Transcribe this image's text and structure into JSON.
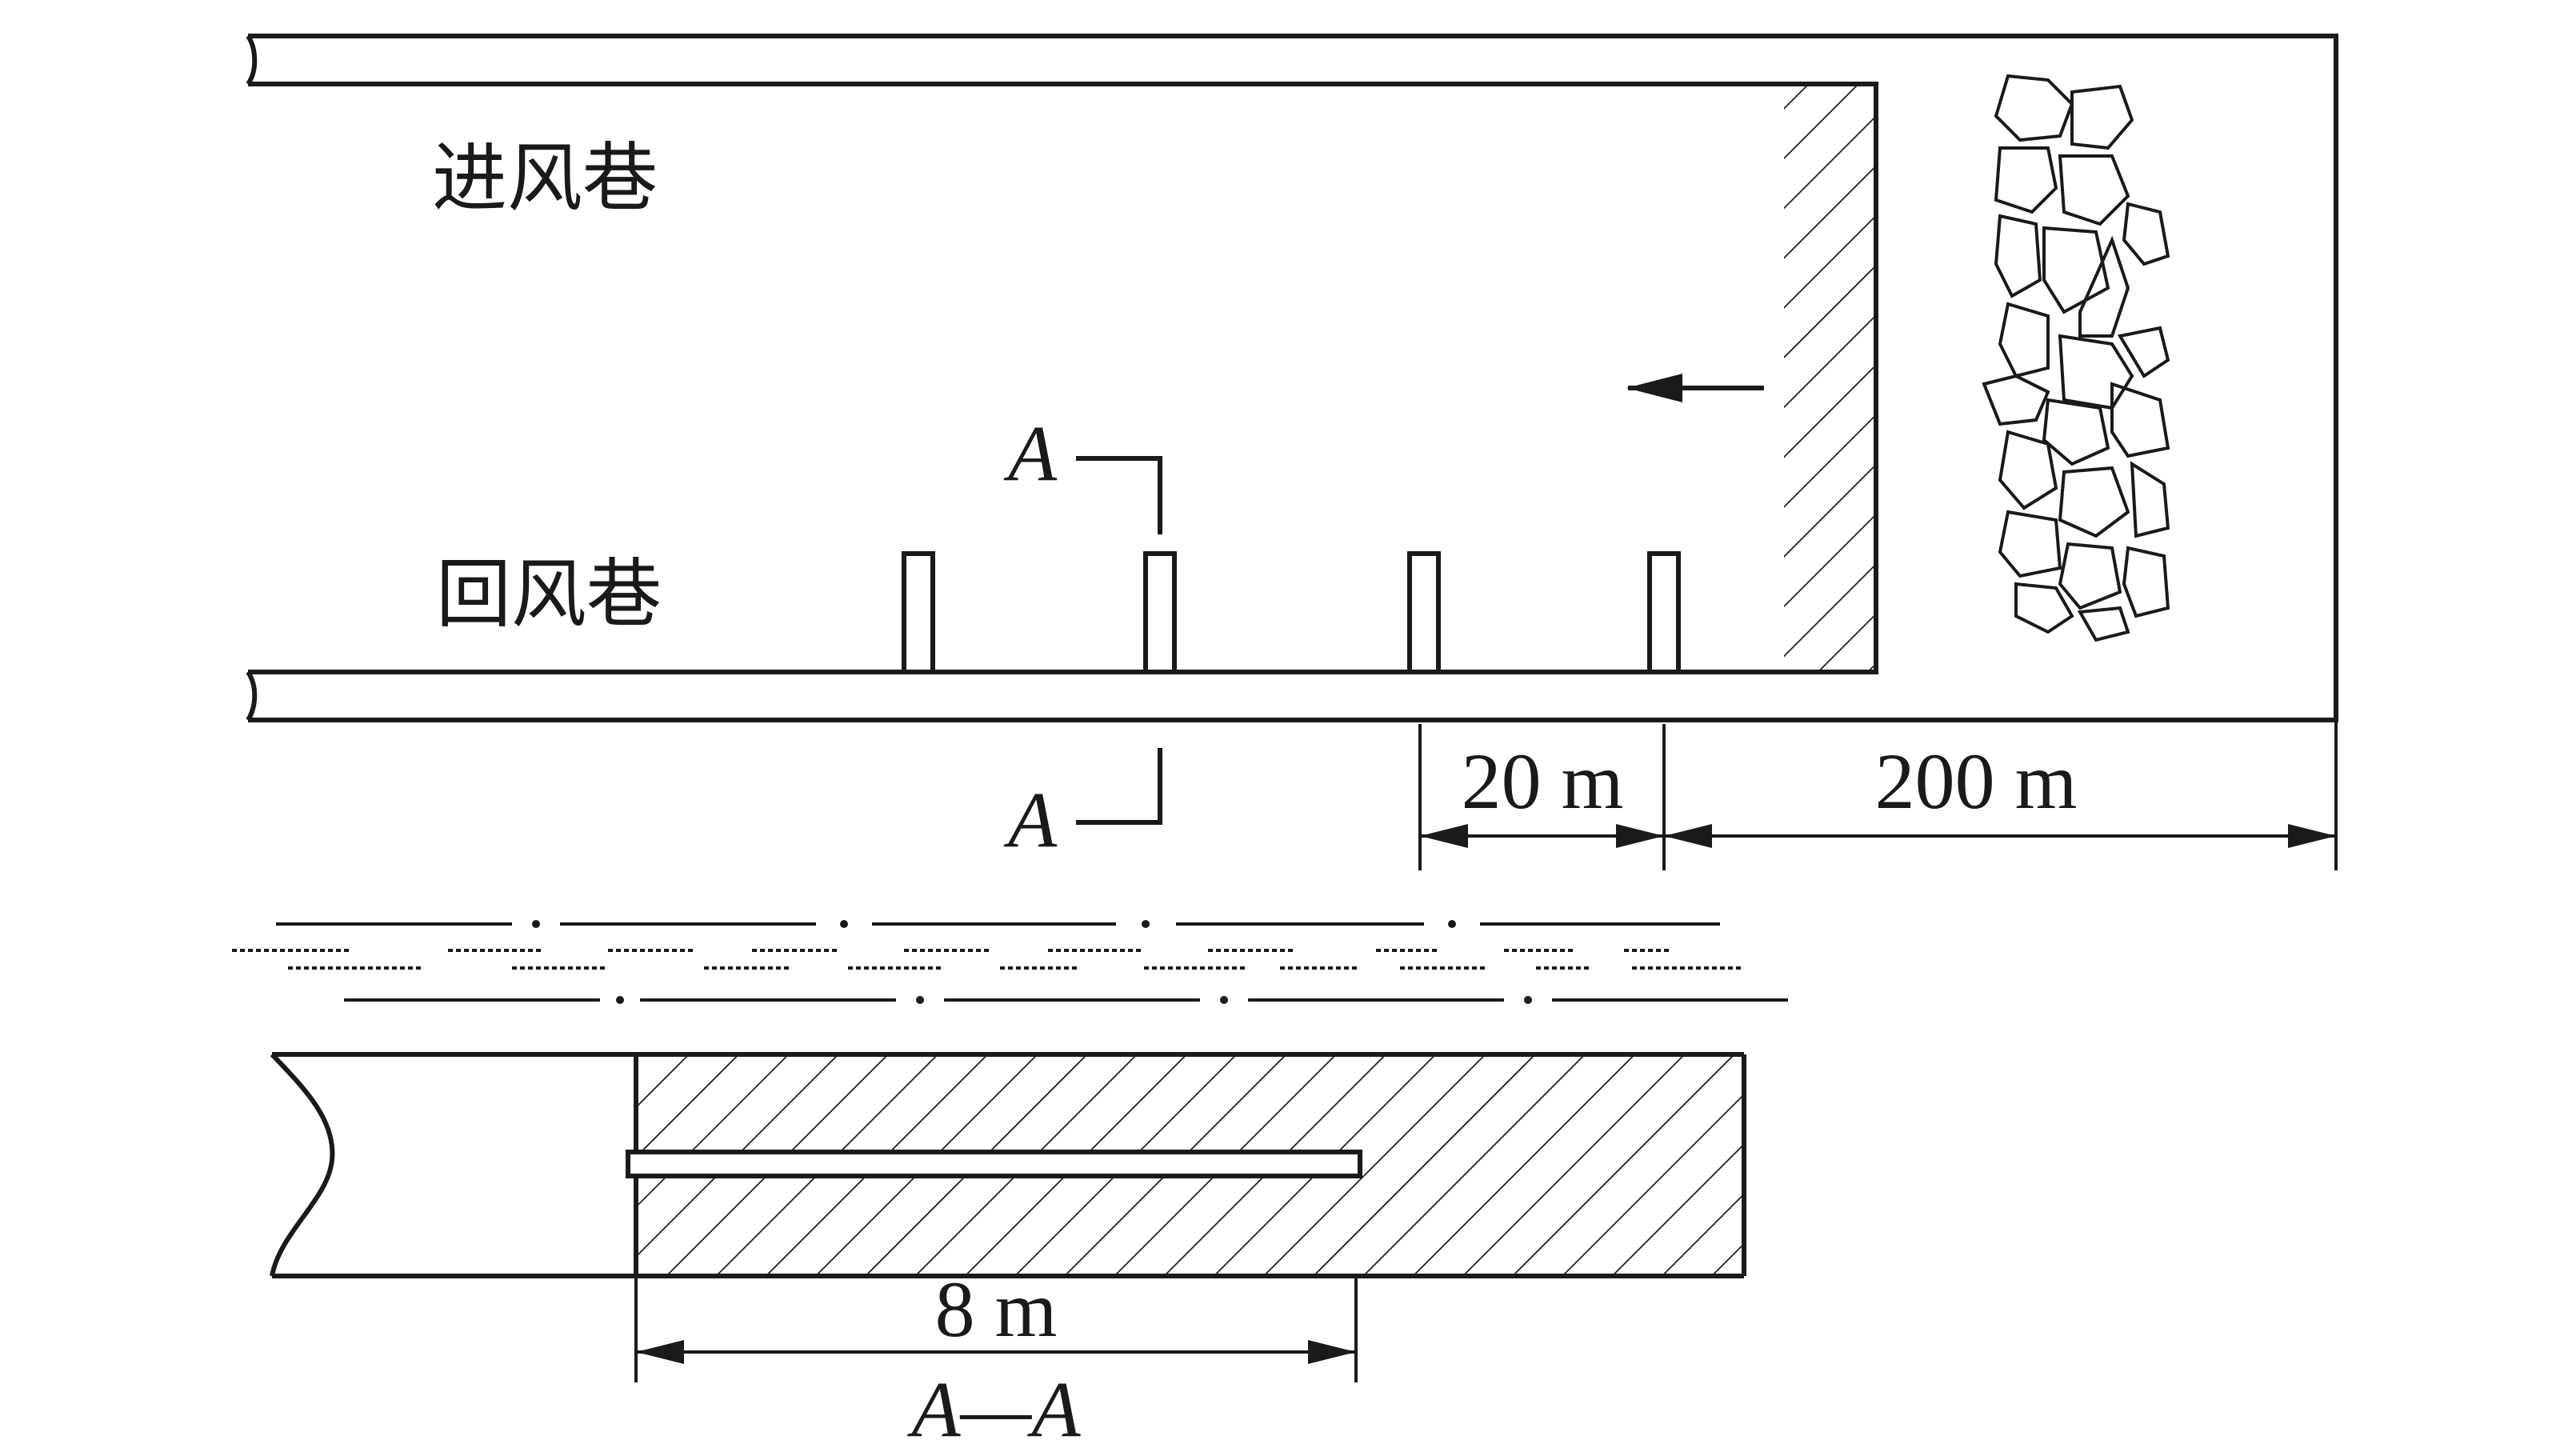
{
  "labels": {
    "intake_roadway": "进风巷",
    "return_roadway": "回风巷",
    "section_mark": "A",
    "section_title": "A—A"
  },
  "dimensions": {
    "borehole_spacing": "20 m",
    "working_face_distance": "200 m",
    "borehole_depth": "8 m"
  },
  "colors": {
    "line": "#1a1a1a",
    "background": "#ffffff"
  },
  "icons": {
    "airflow_arrow": "arrow-left",
    "goaf": "broken-rock"
  }
}
